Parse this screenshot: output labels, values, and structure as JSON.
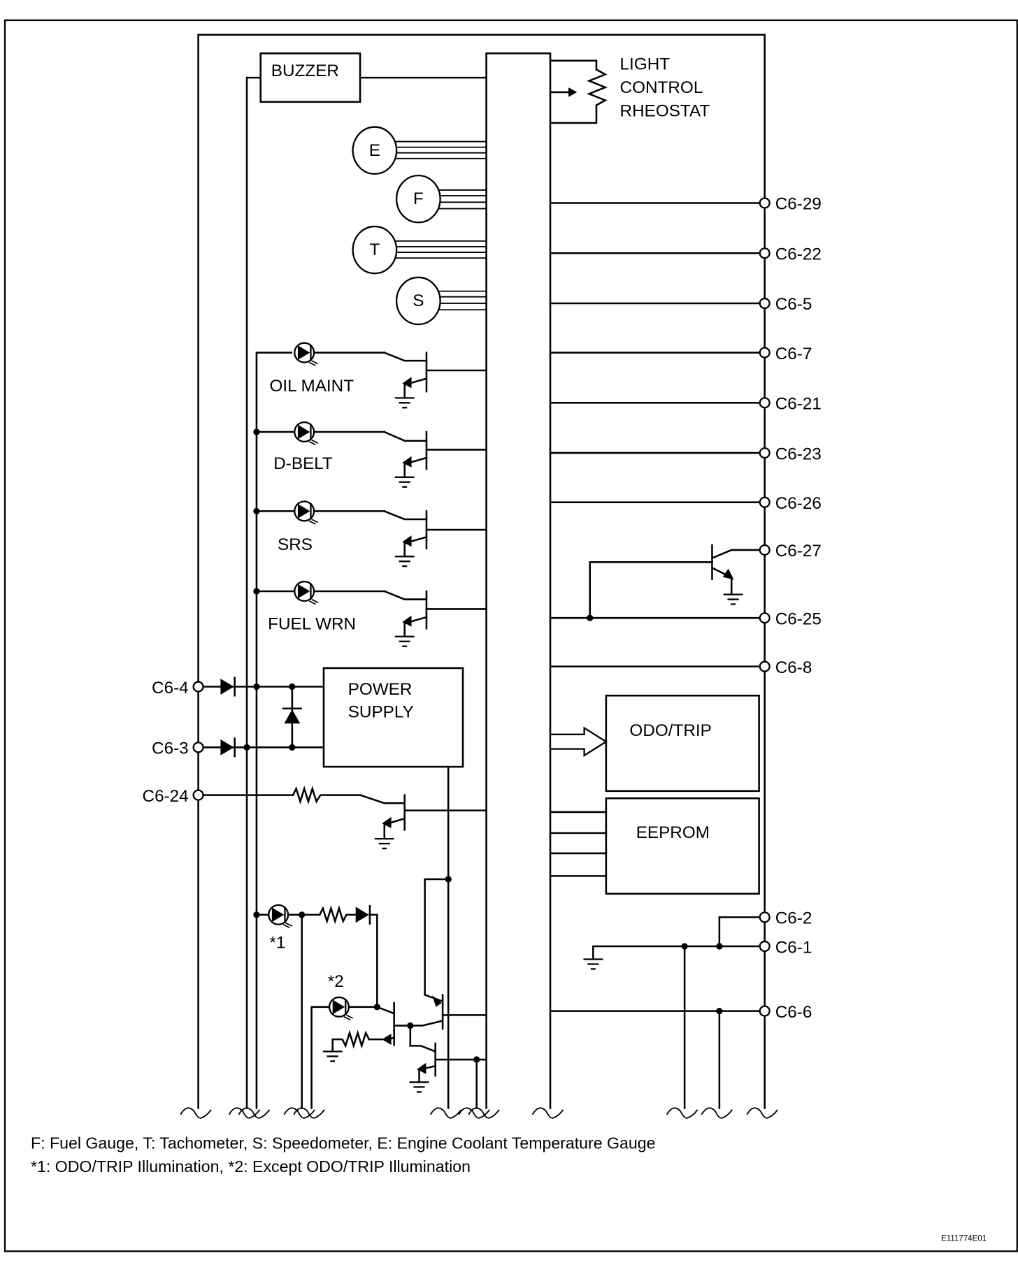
{
  "diagram": {
    "id_code": "E111774E01",
    "blocks": {
      "buzzer": "BUZZER",
      "rheostat": [
        "LIGHT",
        "CONTROL",
        "RHEOSTAT"
      ],
      "power_supply": [
        "POWER",
        "SUPPLY"
      ],
      "odo_trip": "ODO/TRIP",
      "eeprom": "EEPROM"
    },
    "gauges": [
      {
        "key": "E",
        "label": "E"
      },
      {
        "key": "F",
        "label": "F"
      },
      {
        "key": "T",
        "label": "T"
      },
      {
        "key": "S",
        "label": "S"
      }
    ],
    "indicators": [
      {
        "label": "OIL MAINT"
      },
      {
        "label": "D-BELT"
      },
      {
        "label": "SRS"
      },
      {
        "label": "FUEL WRN"
      }
    ],
    "illumination_marks": [
      "*1",
      "*2"
    ],
    "right_connectors": [
      "C6-29",
      "C6-22",
      "C6-5",
      "C6-7",
      "C6-21",
      "C6-23",
      "C6-26",
      "C6-27",
      "C6-25",
      "C6-8",
      "C6-2",
      "C6-1",
      "C6-6"
    ],
    "left_connectors": [
      "C6-4",
      "C6-3",
      "C6-24"
    ],
    "footnotes": [
      "F: Fuel Gauge, T: Tachometer, S: Speedometer, E: Engine Coolant Temperature Gauge",
      "*1: ODO/TRIP Illumination, *2: Except ODO/TRIP Illumination"
    ]
  }
}
